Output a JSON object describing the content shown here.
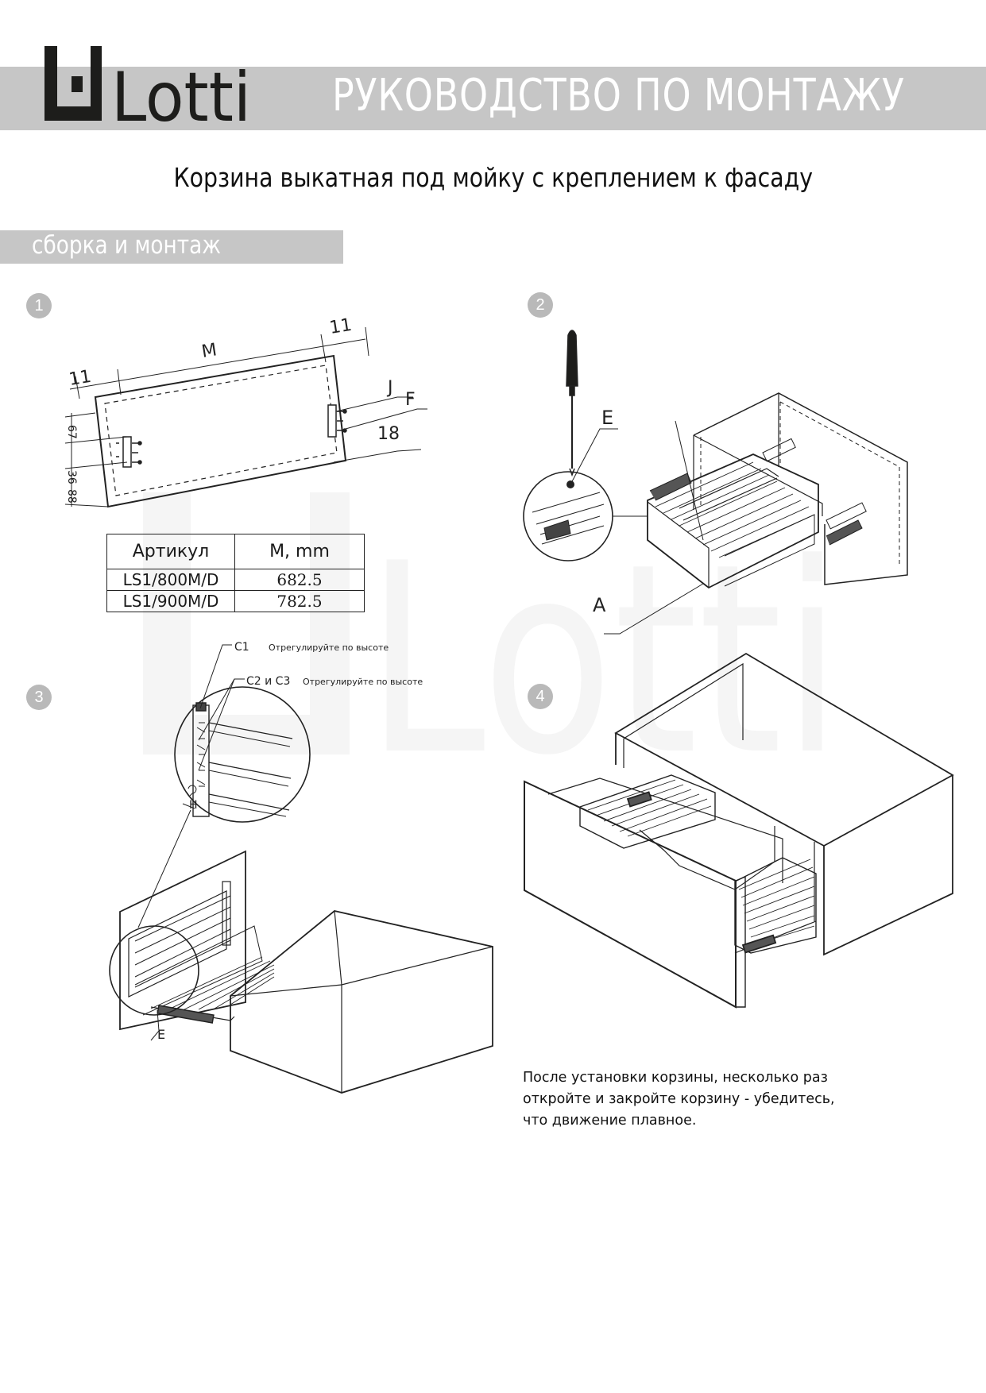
{
  "header": {
    "brand": "Lotti",
    "doc_title": "РУКОВОДСТВО ПО МОНТАЖУ",
    "subtitle": "Корзина выкатная под мойку с креплением к фасаду",
    "section": "сборка и монтаж"
  },
  "colors": {
    "band": "#c6c6c6",
    "badge": "#b9b9b9",
    "ink": "#1a1a1a"
  },
  "steps": [
    {
      "num": "1"
    },
    {
      "num": "2"
    },
    {
      "num": "3"
    },
    {
      "num": "4"
    }
  ],
  "step1": {
    "dims": {
      "left": "11",
      "middle": "M",
      "right": "11",
      "d67": "67",
      "d36": "36",
      "d88": "88",
      "d18": "18"
    },
    "labels": {
      "j": "J",
      "f": "F"
    },
    "table": {
      "headers": [
        "Артикул",
        "M, mm"
      ],
      "rows": [
        [
          "LS1/800M/D",
          "682.5"
        ],
        [
          "LS1/900M/D",
          "782.5"
        ]
      ]
    }
  },
  "step2": {
    "labels": {
      "e": "E",
      "a": "A"
    }
  },
  "step3": {
    "c1_label": "C1",
    "c1_note": "Отрегулируйте по высоте",
    "c23_label": "C2 и C3",
    "c23_note": "Отрегулируйте по высоте",
    "h_label": "H",
    "e_label": "E"
  },
  "step4": {
    "note": [
      "После установки корзины, несколько раз",
      "откройте и закройте корзину - убедитесь,",
      "что движение плавное."
    ]
  }
}
